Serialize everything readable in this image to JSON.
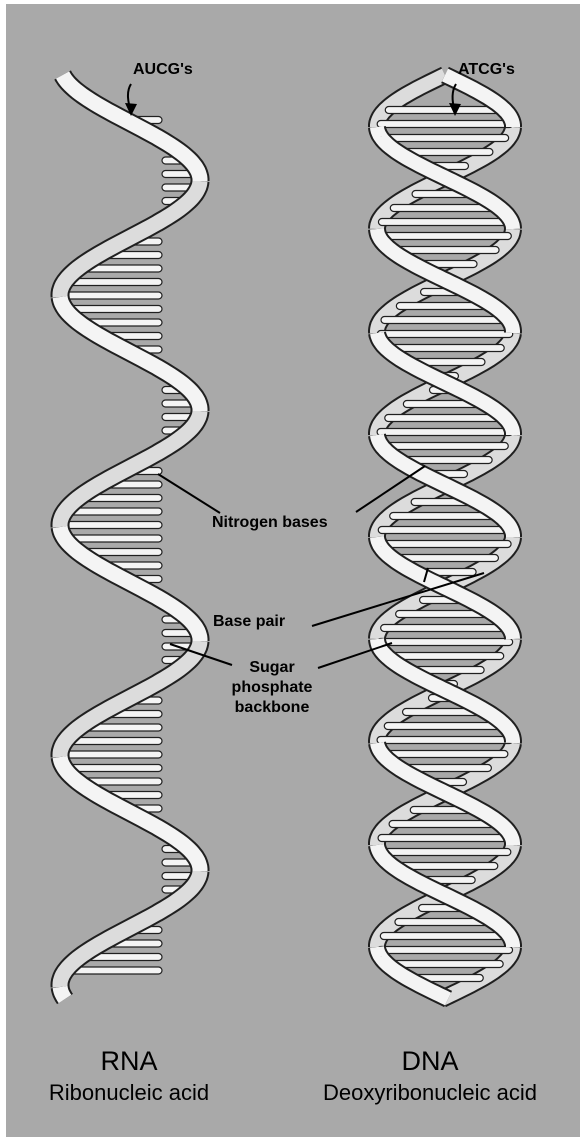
{
  "colors": {
    "background": "#a9a9a9",
    "ribbon": "#f4f4f4",
    "outline": "#202020",
    "label": "#000000"
  },
  "labels": {
    "rna_bases": "AUCG's",
    "dna_bases": "ATCG's",
    "nitrogen_bases": "Nitrogen bases",
    "base_pair": "Base pair",
    "sugar_phosphate_backbone": [
      "Sugar",
      "phosphate",
      "backbone"
    ]
  },
  "rna": {
    "title": "RNA",
    "subtitle": "Ribonucleic acid"
  },
  "dna": {
    "title": "DNA",
    "subtitle": "Deoxyribonucleic acid"
  }
}
